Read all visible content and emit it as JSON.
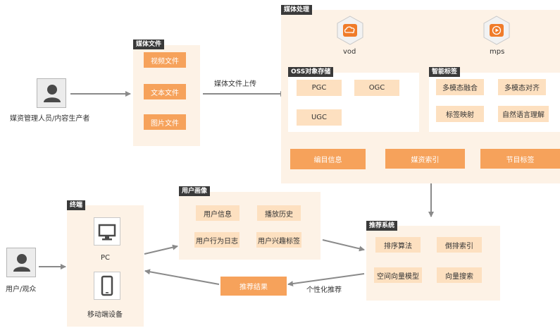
{
  "sources": {
    "manager_label": "媒资管理人员/内容生产者",
    "viewer_label": "用户/观众"
  },
  "media_files": {
    "title": "媒体文件",
    "items": [
      "视频文件",
      "文本文件",
      "图片文件"
    ]
  },
  "upload_label": "媒体文件上传",
  "media_processing": {
    "title": "媒体处理",
    "vod_label": "vod",
    "mps_label": "mps",
    "oss": {
      "title": "OSS对象存储",
      "items": [
        "PGC",
        "OGC",
        "UGC"
      ]
    },
    "smart_tags": {
      "title": "智能标签",
      "items": [
        "多模态融合",
        "多模态对齐",
        "标签映射",
        "自然语言理解"
      ]
    },
    "outputs": [
      "编目信息",
      "媒资索引",
      "节目标签"
    ]
  },
  "user_profile": {
    "title": "用户画像",
    "items": [
      "用户信息",
      "播放历史",
      "用户行为日志",
      "用户兴趣标签"
    ]
  },
  "terminal": {
    "title": "终端",
    "pc_label": "PC",
    "mobile_label": "移动端设备"
  },
  "recommendation": {
    "title": "推荐系统",
    "items": [
      "排序算法",
      "倒排索引",
      "空间向量模型",
      "向量搜索"
    ]
  },
  "result_label": "推荐结果",
  "personalized_label": "个性化推荐",
  "colors": {
    "panel_bg": "#fdf2e6",
    "box_light": "#fde0c0",
    "box_dark": "#f6a25b",
    "arrow": "#8a8a8a",
    "icon_accent": "#f07c2a"
  }
}
